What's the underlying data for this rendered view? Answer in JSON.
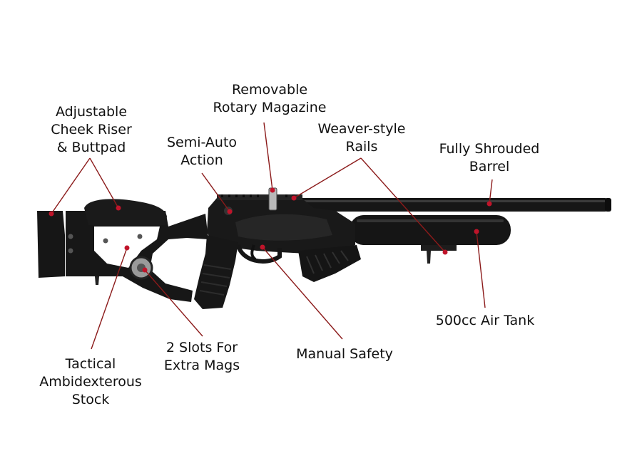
{
  "diagram": {
    "subject": "PCP air rifle feature callouts",
    "colors": {
      "leader_line": "#8b1a1a",
      "marker_dot": "#c0142a",
      "rifle_body": "#161616",
      "rifle_highlight": "#2b2b2b",
      "metal": "#9a9a9a",
      "label_text": "#111111"
    },
    "labels": {
      "removable_magazine": [
        "Removable",
        "Rotary Magazine"
      ],
      "cheek_riser": [
        "Adjustable",
        "Cheek Riser",
        "& Buttpad"
      ],
      "semi_auto": [
        "Semi-Auto",
        "Action"
      ],
      "weaver_rails": [
        "Weaver-style",
        "Rails"
      ],
      "shrouded_barrel": [
        "Fully Shrouded",
        "Barrel"
      ],
      "air_tank": [
        "500cc Air Tank"
      ],
      "extra_mags": [
        "2 Slots For",
        "Extra Mags"
      ],
      "manual_safety": [
        "Manual Safety"
      ],
      "tactical_stock": [
        "Tactical",
        "Ambidexterous",
        "Stock"
      ]
    }
  }
}
